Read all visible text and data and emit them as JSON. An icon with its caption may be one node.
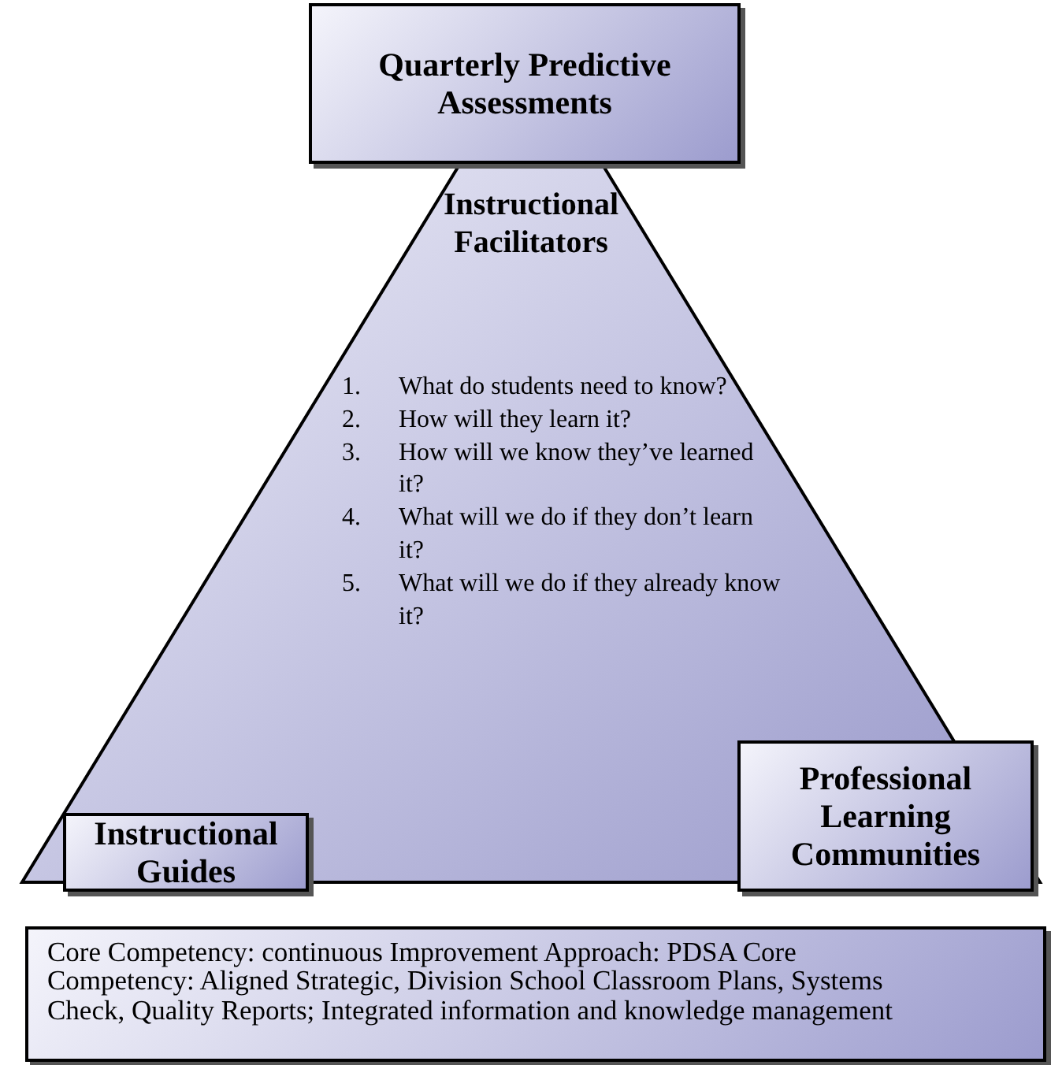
{
  "diagram": {
    "nodes": [
      {
        "text": [
          "Instructional Facilitators",
          "1. What do students need to know?",
          "2. How will they learn it?",
          "3. How will we know they’ve learned it?",
          "4. What will we do if they don’t learn it?",
          "5. What will we do if they already know it?"
        ]
      },
      {
        "text": [
          "Quarterly Predictive Assessments"
        ]
      },
      {
        "text": [
          "Instructional Guides"
        ]
      },
      {
        "text": [
          "Professional Learning Communities"
        ]
      },
      {
        "text": [
          "Core Competency:  continuous Improvement Approach:  PDSA Core Competency:  Aligned Strategic, Division School Classroom Plans, Systems Check, Quality Reports; Integrated information and knowledge management"
        ]
      }
    ]
  }
}
